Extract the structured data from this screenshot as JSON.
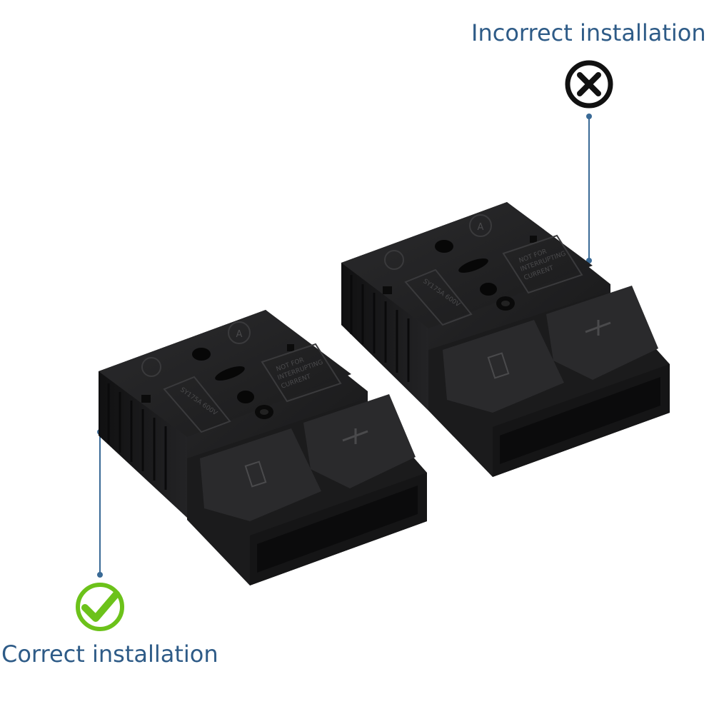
{
  "labels": {
    "incorrect": "Incorrect installation",
    "correct": "Correct installation"
  },
  "connector_text": {
    "line1": "NOT FOR",
    "line2": "INTERRUPTING",
    "line3": "CURRENT",
    "rating": "SY175A 600V",
    "badge": "A"
  },
  "icons": {
    "incorrect": "x-circle-icon",
    "correct": "checkmark-circle-icon"
  },
  "colors": {
    "label_text": "#2e5b87",
    "leader_line": "#3a6a96",
    "incorrect_icon": "#111111",
    "correct_icon": "#6cc21a",
    "connector_body": "#1d1d1f",
    "background": "#ffffff"
  }
}
